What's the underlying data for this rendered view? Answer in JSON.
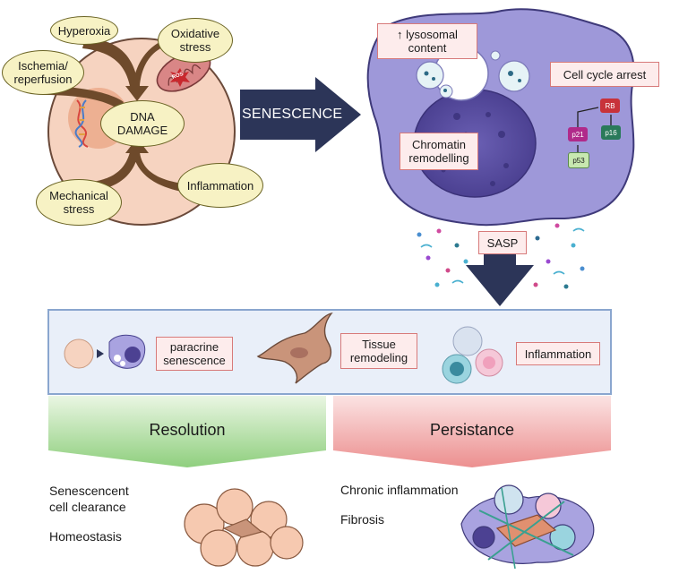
{
  "causes": {
    "hyperoxia": "Hyperoxia",
    "ischemia_line1": "Ischemia/",
    "ischemia_line2": "reperfusion",
    "oxidative_line1": "Oxidative",
    "oxidative_line2": "stress",
    "mechanical_line1": "Mechanical",
    "mechanical_line2": "stress",
    "inflammation": "Inflammation",
    "dna_line1": "DNA",
    "dna_line2": "DAMAGE",
    "ros": "ROS"
  },
  "senescence_arrow": "SENESCENCE",
  "senescent_cell": {
    "lysosomal_line1": "↑ lysosomal",
    "lysosomal_line2": "content",
    "chromatin_line1": "Chromatin",
    "chromatin_line2": "remodelling",
    "cell_cycle_arrest": "Cell cycle arrest",
    "rb": "RB",
    "p21": "p21",
    "p16": "p16",
    "p53": "p53"
  },
  "sasp": "SASP",
  "effects": {
    "paracrine_line1": "paracrine",
    "paracrine_line2": "senescence",
    "tissue_line1": "Tissue",
    "tissue_line2": "remodeling",
    "inflammation": "Inflammation"
  },
  "outcomes": {
    "resolution": "Resolution",
    "persistance": "Persistance",
    "clearance_line1": "Senescencent",
    "clearance_line2": "cell clearance",
    "homeostasis": "Homeostasis",
    "chronic_inflammation": "Chronic inflammation",
    "fibrosis": "Fibrosis"
  },
  "colors": {
    "navy": "#2c3558",
    "cell_pink": "#f5d2bf",
    "senescent_purple": "#9d97d8",
    "resolution_green": "#9fd68f",
    "persistance_red": "#ee9b9b",
    "panel_blue": "#e9eff9"
  }
}
